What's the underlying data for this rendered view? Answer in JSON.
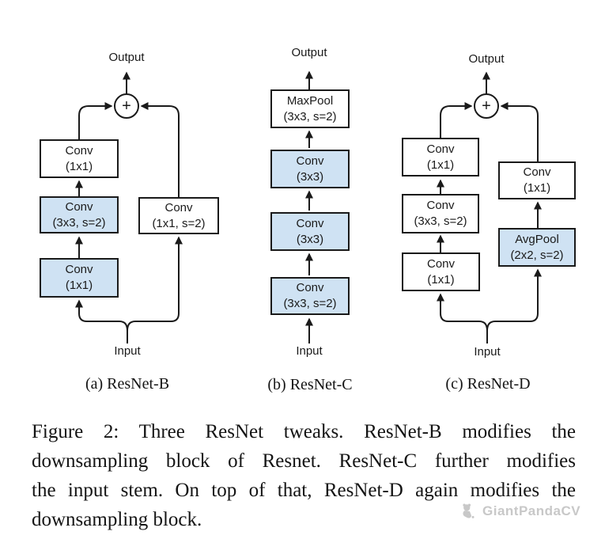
{
  "colors": {
    "highlight_fill": "#cfe2f3",
    "plain_fill": "#ffffff",
    "line_color": "#1a1a1a",
    "watermark_color": "#c8c8c8"
  },
  "figure": {
    "panels": [
      {
        "caption": "(a) ResNet-B",
        "output_label": "Output",
        "input_label": "Input",
        "adder_symbol": "+",
        "blocks": [
          {
            "line1": "Conv",
            "line2": "(1x1)",
            "highlighted": false
          },
          {
            "line1": "Conv",
            "line2": "(3x3, s=2)",
            "highlighted": true
          },
          {
            "line1": "Conv",
            "line2": "(1x1)",
            "highlighted": true
          },
          {
            "line1": "Conv",
            "line2": "(1x1, s=2)",
            "highlighted": false
          }
        ]
      },
      {
        "caption": "(b) ResNet-C",
        "output_label": "Output",
        "input_label": "Input",
        "blocks": [
          {
            "line1": "MaxPool",
            "line2": "(3x3, s=2)",
            "highlighted": false
          },
          {
            "line1": "Conv",
            "line2": "(3x3)",
            "highlighted": true
          },
          {
            "line1": "Conv",
            "line2": "(3x3)",
            "highlighted": true
          },
          {
            "line1": "Conv",
            "line2": "(3x3, s=2)",
            "highlighted": true
          }
        ]
      },
      {
        "caption": "(c) ResNet-D",
        "output_label": "Output",
        "input_label": "Input",
        "adder_symbol": "+",
        "blocks": [
          {
            "line1": "Conv",
            "line2": "(1x1)",
            "highlighted": false
          },
          {
            "line1": "Conv",
            "line2": "(3x3, s=2)",
            "highlighted": false
          },
          {
            "line1": "Conv",
            "line2": "(1x1)",
            "highlighted": false
          },
          {
            "line1": "Conv",
            "line2": "(1x1)",
            "highlighted": false
          },
          {
            "line1": "AvgPool",
            "line2": "(2x2, s=2)",
            "highlighted": true
          }
        ]
      }
    ],
    "caption_lines": [
      "Figure 2: Three ResNet tweaks. ResNet-B modifies the",
      "downsampling block of Resnet. ResNet-C further modifies",
      "the input stem. On top of that, ResNet-D again modifies the",
      "downsampling block."
    ],
    "watermark_text": "GiantPandaCV"
  }
}
